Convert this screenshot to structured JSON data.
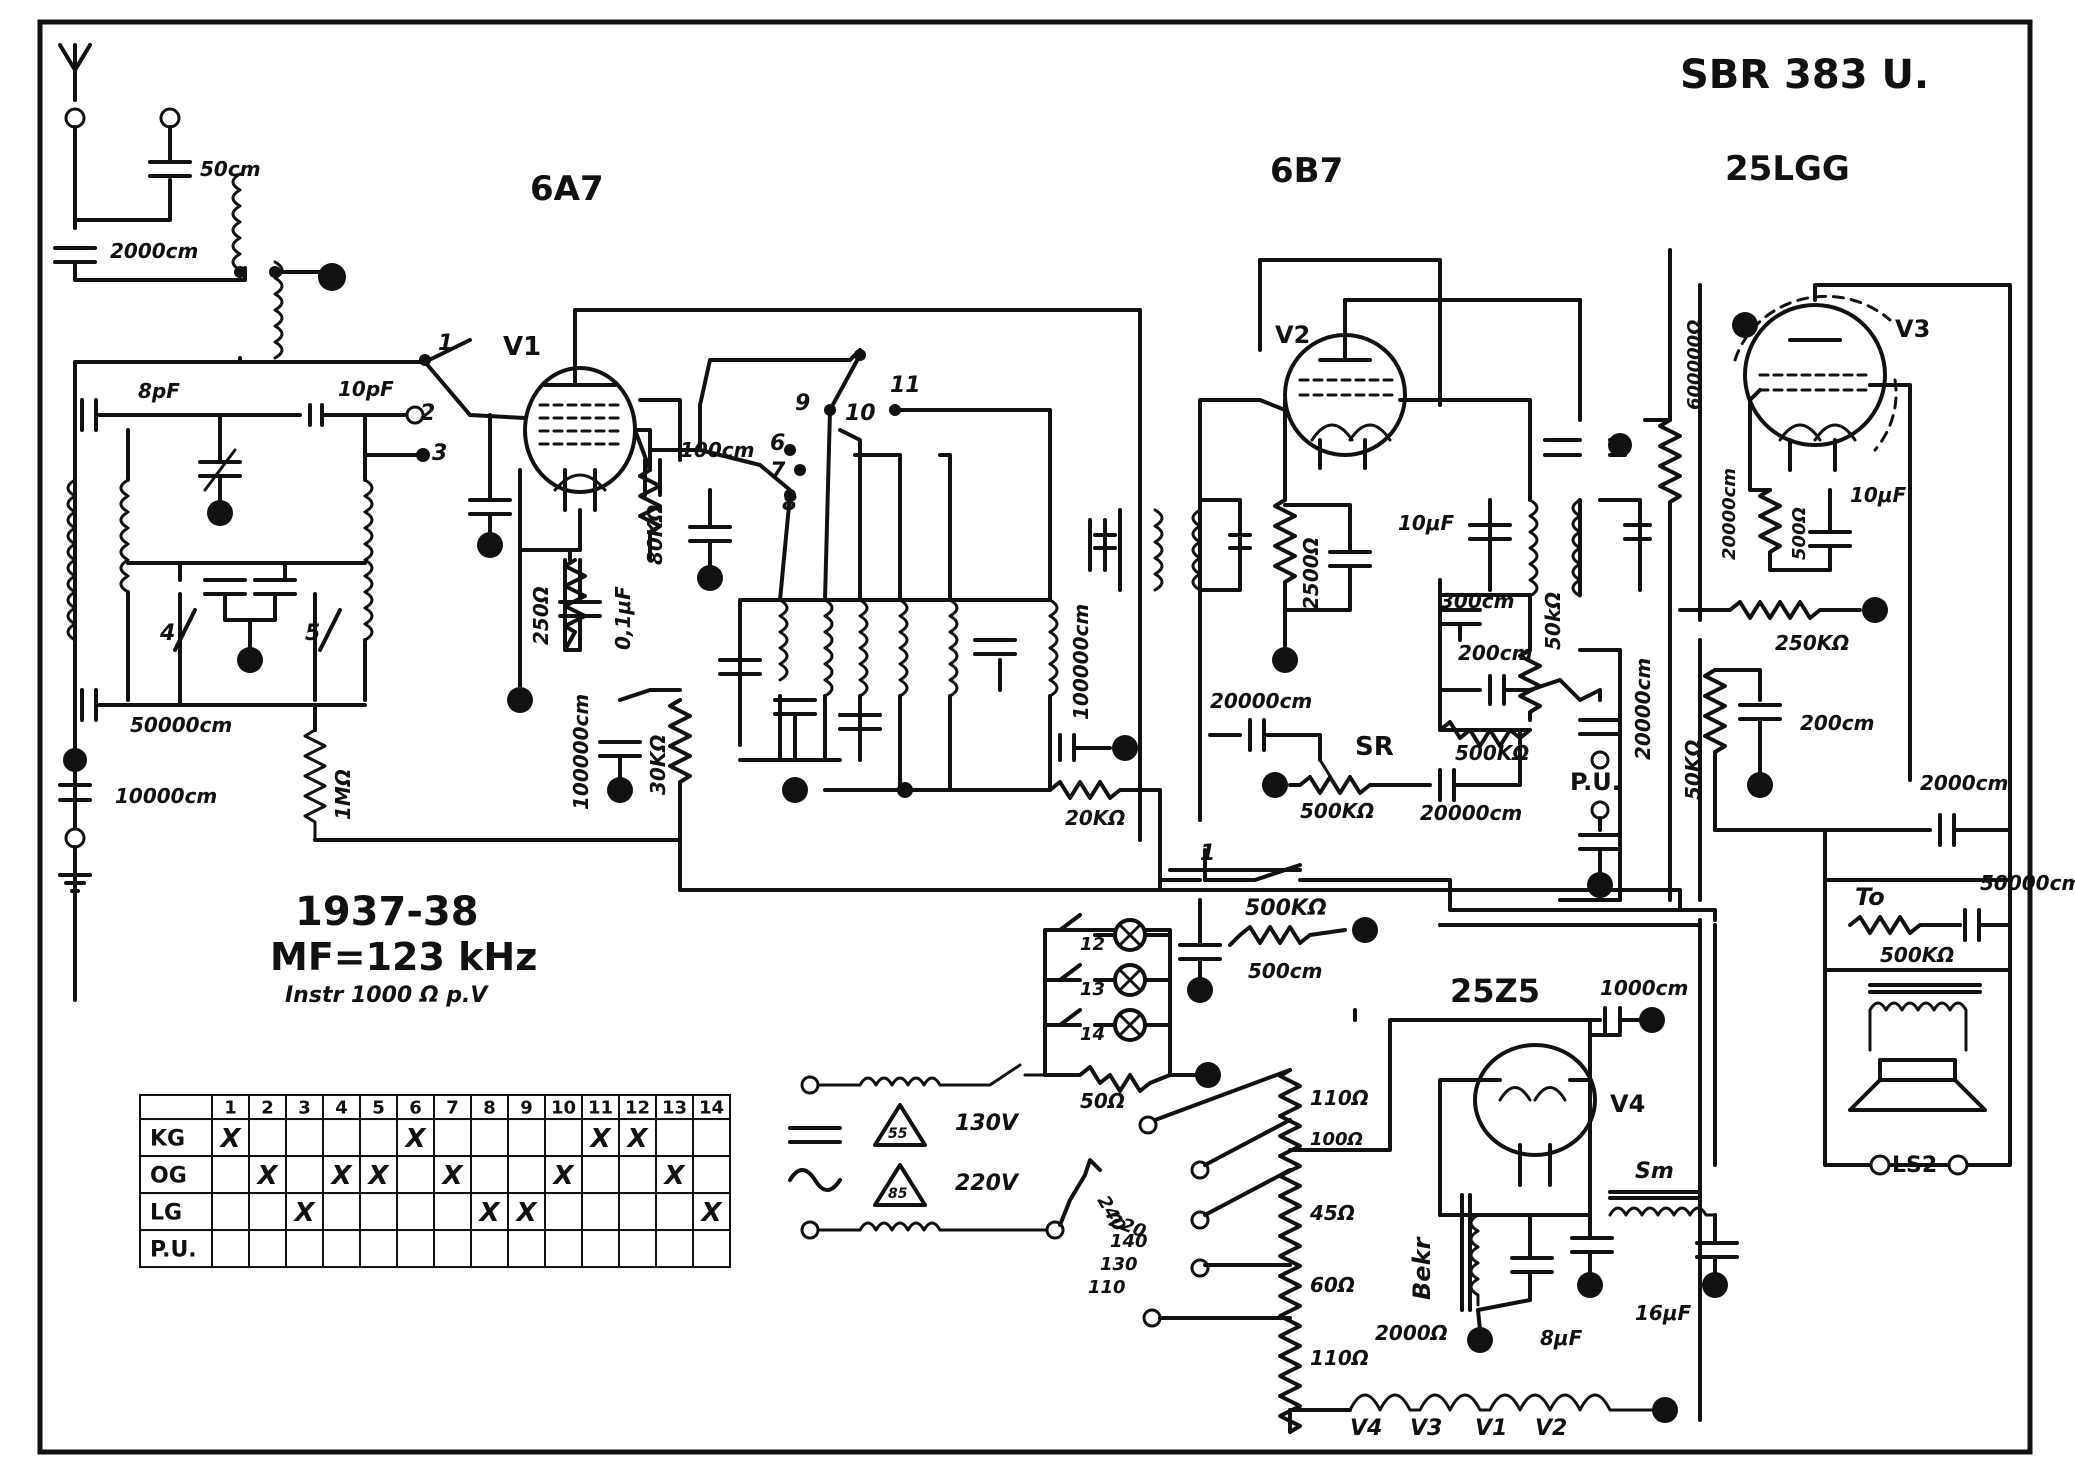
{
  "title": "SBR 383 U.",
  "tubes": {
    "v1_type": "6A7",
    "v2_type": "6B7",
    "v3_type": "25LGG",
    "v4_type": "25Z5",
    "v1": "V1",
    "v2": "V2",
    "v3": "V3",
    "v4": "V4"
  },
  "info": {
    "year": "1937-38",
    "mf": "MF=123 kHz",
    "instr": "Instr 1000 Ω p.V"
  },
  "labels": {
    "c50cm": "50cm",
    "c2000cm": "2000cm",
    "c8pf": "8pF",
    "c10pf": "10pF",
    "c50000cm": "50000cm",
    "c10000cm": "10000cm",
    "r1m": "1MΩ",
    "r250": "250Ω",
    "c01uf": "0,1μF",
    "r80k": "80KΩ",
    "c100cm": "100cm",
    "c100000cm_a": "100000cm",
    "r30k": "30KΩ",
    "c100000cm_b": "100000cm",
    "r20k": "20KΩ",
    "r2500": "2500Ω",
    "c10uf_a": "10μF",
    "c300cm": "300cm",
    "c200cm_a": "200cm",
    "r50k_a": "50kΩ",
    "c20000cm_a": "20000cm",
    "sr": "SR",
    "r500k_a": "500KΩ",
    "r500k_b": "500KΩ",
    "c20000cm_b": "20000cm",
    "pu": "P.U.",
    "c20000cm_c": "20000cm",
    "r600k": "600000Ω",
    "c20000cm_d": "20000cm",
    "r500_b": "500Ω",
    "c10uf_b": "10μF",
    "r250k": "250KΩ",
    "r50k_b": "50KΩ",
    "c200cm_b": "200cm",
    "c2000cm_b": "2000cm",
    "c50000cm_b": "50000cm",
    "to": "To",
    "r500k_c": "500KΩ",
    "ls2": "LS2",
    "r500k_d": "500KΩ",
    "c500cm": "500cm",
    "c1000cm": "1000cm",
    "r50": "50Ω",
    "v130": "130V",
    "v220": "220V",
    "t55": "55",
    "t85": "85",
    "r110_a": "110Ω",
    "r100": "100Ω",
    "r45": "45Ω",
    "r60": "60Ω",
    "r110_b": "110Ω",
    "bekr": "Bekr",
    "r2000": "2000Ω",
    "c8uf": "8μF",
    "c16uf": "16μF",
    "sm": "Sm",
    "taps": [
      "240",
      "220",
      "140",
      "130",
      "110"
    ],
    "heaters": [
      "V4",
      "V3",
      "V1",
      "V2"
    ],
    "sw": [
      "1",
      "2",
      "3",
      "4",
      "5",
      "6",
      "7",
      "8",
      "9",
      "10",
      "11",
      "12",
      "13",
      "14"
    ],
    "sw_main": "1"
  },
  "table": {
    "columns": [
      "1",
      "2",
      "3",
      "4",
      "5",
      "6",
      "7",
      "8",
      "9",
      "10",
      "11",
      "12",
      "13",
      "14"
    ],
    "rows": [
      {
        "label": "KG",
        "marks": [
          "X",
          "",
          "",
          "",
          "",
          "X",
          "",
          "",
          "",
          "",
          "X",
          "X",
          "",
          ""
        ]
      },
      {
        "label": "OG",
        "marks": [
          "",
          "X",
          "",
          "X",
          "X",
          "",
          "X",
          "",
          "",
          "X",
          "",
          "",
          "X",
          ""
        ]
      },
      {
        "label": "LG",
        "marks": [
          "",
          "",
          "X",
          "",
          "",
          "",
          "",
          "X",
          "X",
          "",
          "",
          "",
          "",
          "X"
        ]
      },
      {
        "label": "P.U.",
        "marks": [
          "",
          "",
          "",
          "",
          "",
          "",
          "",
          "",
          "",
          "",
          "",
          "",
          "",
          ""
        ]
      }
    ]
  }
}
